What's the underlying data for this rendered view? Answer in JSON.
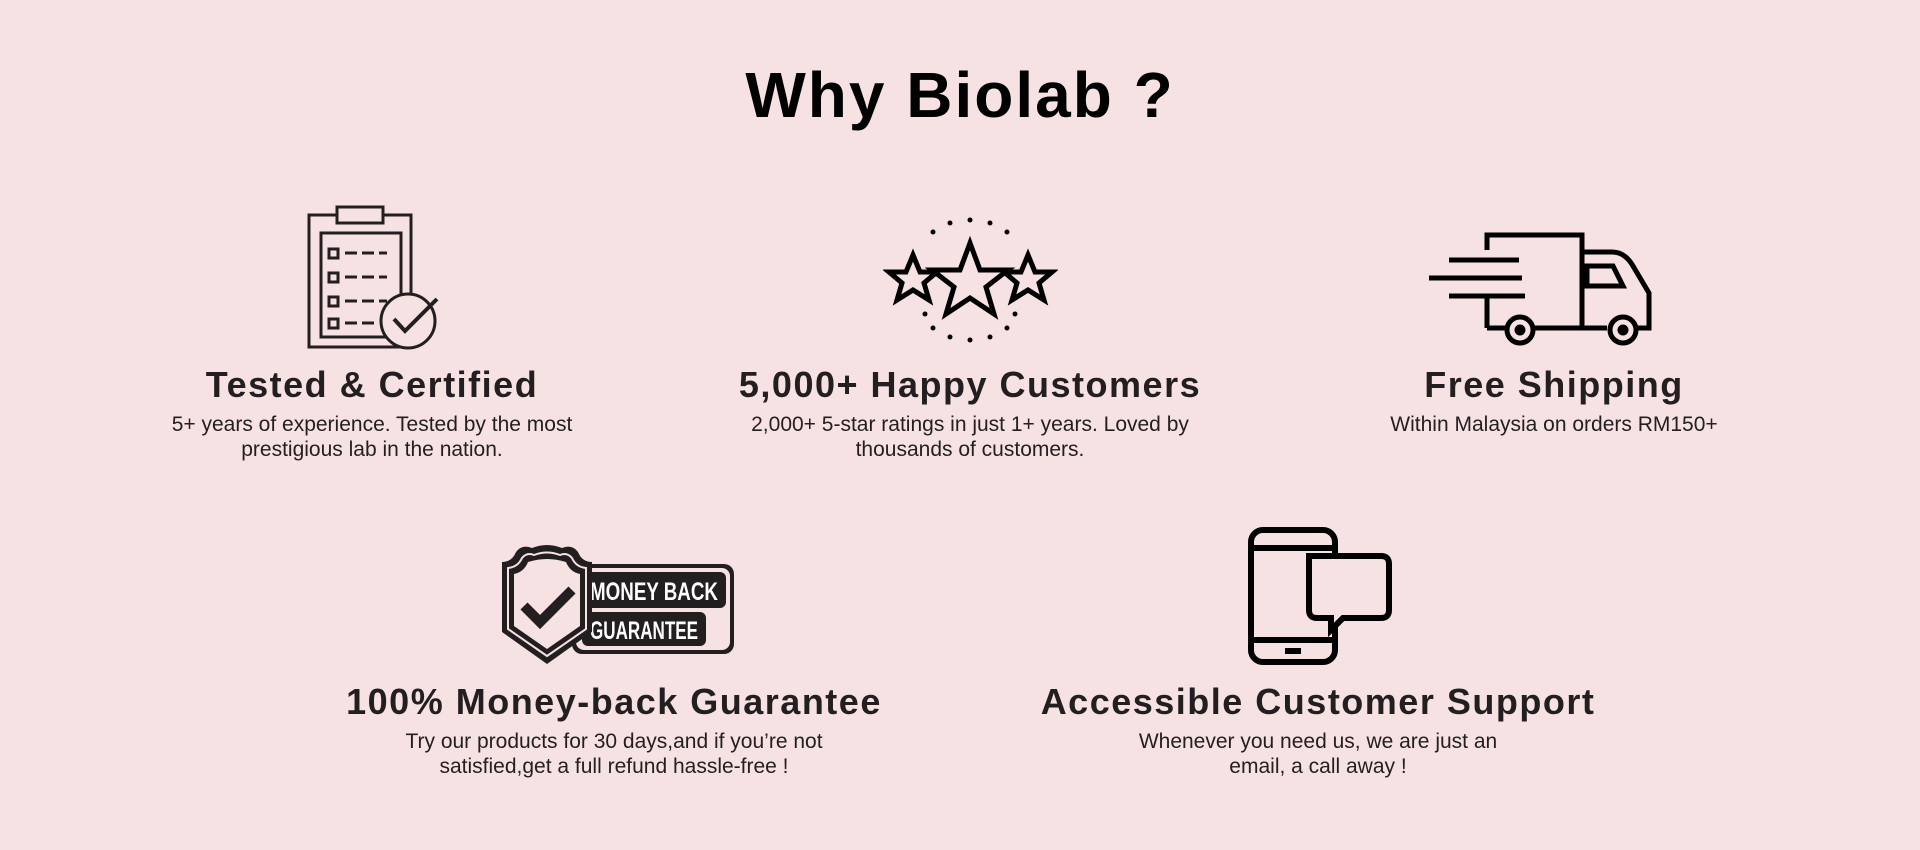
{
  "title": "Why Biolab ?",
  "features": [
    {
      "icon": "clipboard-check-icon",
      "heading": "Tested & Certified",
      "description": "5+ years of experience. Tested by the most prestigious lab in the nation."
    },
    {
      "icon": "stars-icon",
      "heading": "5,000+ Happy Customers",
      "description": "2,000+ 5-star ratings in just 1+ years. Loved by thousands of customers."
    },
    {
      "icon": "delivery-truck-icon",
      "heading": "Free Shipping",
      "description": "Within Malaysia on orders RM150+"
    },
    {
      "icon": "money-back-badge-icon",
      "heading": "100% Money-back Guarantee",
      "description": "Try our products for 30 days,and if you’re not satisfied,get a full refund hassle-free !",
      "badge_line1": "MONEY BACK",
      "badge_line2": "GUARANTEE"
    },
    {
      "icon": "phone-chat-icon",
      "heading": "Accessible Customer Support",
      "description": "Whenever you need us, we are just an email, a call away !"
    }
  ]
}
